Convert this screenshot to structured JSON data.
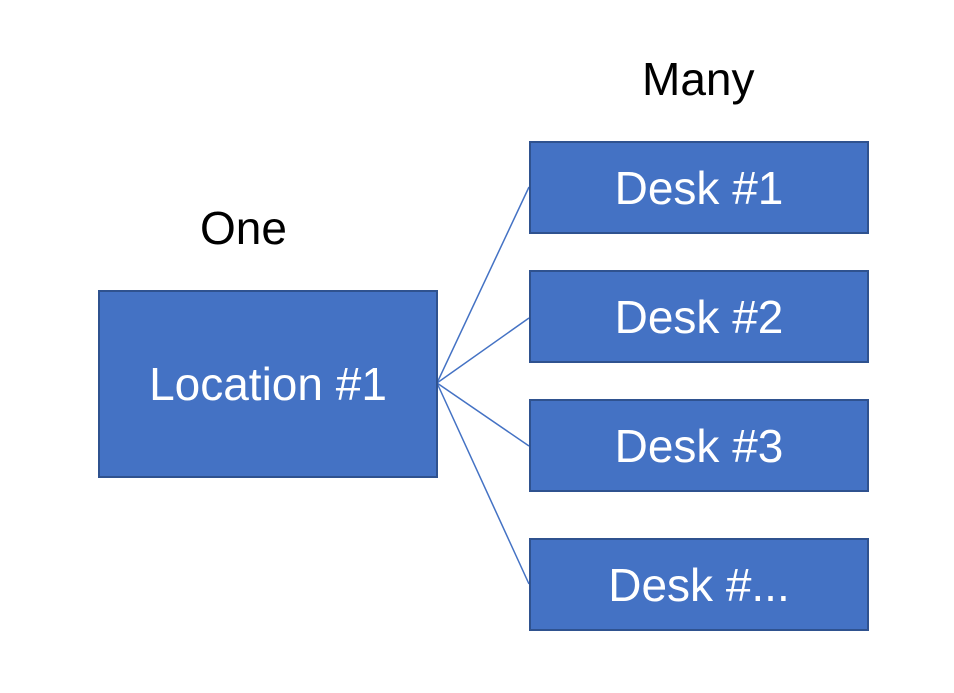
{
  "labels": {
    "one": "One",
    "many": "Many"
  },
  "location": {
    "label": "Location #1"
  },
  "desks": [
    {
      "label": "Desk #1"
    },
    {
      "label": "Desk #2"
    },
    {
      "label": "Desk #3"
    },
    {
      "label": "Desk #..."
    }
  ],
  "colors": {
    "box_fill": "#4472c4",
    "box_border": "#2f528f",
    "connector": "#4472c4",
    "text_on_box": "#ffffff",
    "text_plain": "#000000"
  }
}
